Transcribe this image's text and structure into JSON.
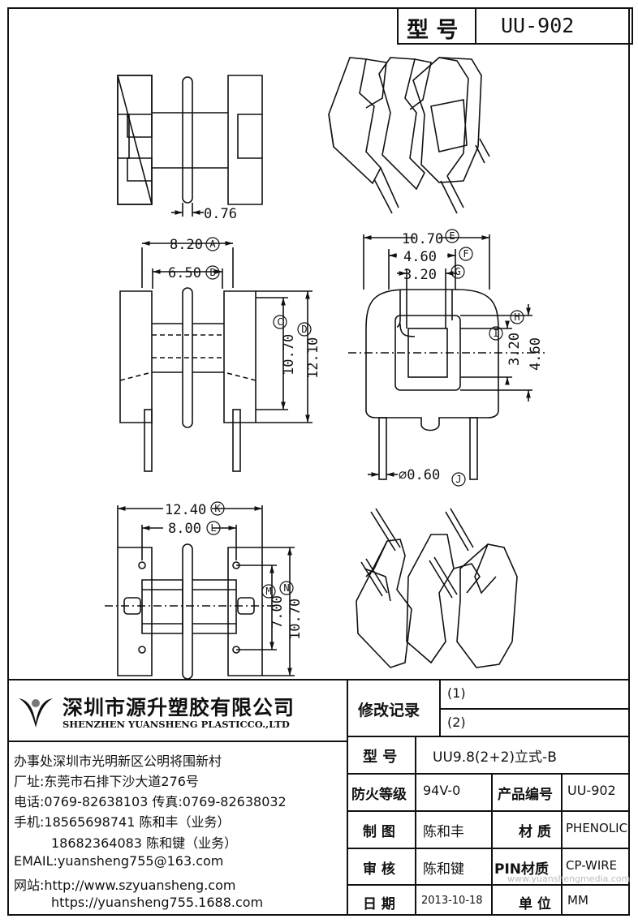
{
  "title_block": {
    "model_label": "型 号",
    "model_value": "UU-902"
  },
  "dimensions": {
    "pin_gap": "0.76",
    "A": "8.20",
    "B": "6.50",
    "C": "10.70",
    "D": "12.10",
    "E": "10.70",
    "F": "4.60",
    "G": "3.20",
    "H": "4.60",
    "I": "3.20",
    "J": "⌀0.60",
    "K": "12.40",
    "L": "8.00",
    "M": "7.00",
    "N": "10.70",
    "markers": [
      "A",
      "B",
      "C",
      "D",
      "E",
      "F",
      "G",
      "H",
      "I",
      "J",
      "K",
      "L",
      "M",
      "N"
    ]
  },
  "company": {
    "name_cn": "深圳市源升塑胶有限公司",
    "name_en": "SHENZHEN YUANSHENG PLASTICCO.,LTD",
    "office": "办事处深圳市光明新区公明将围新村",
    "factory": "厂址:东莞市石排下沙大道276号",
    "phone": "电话:0769-82638103 传真:0769-82638032",
    "mobile1": "手机:18565698741 陈和丰（业务）",
    "mobile2": "18682364083 陈和键（业务）",
    "email": "EMAIL:yuansheng755@163.com",
    "web1": "网站:http://www.szyuansheng.com",
    "web2": "https://yuansheng755.1688.com"
  },
  "info_table": {
    "revision_label": "修改记录",
    "revision_1": "(1)",
    "revision_2": "(2)",
    "model_label": "型 号",
    "model_value": "UU9.8(2+2)立式-B",
    "fire_label": "防火等级",
    "fire_value": "94V-0",
    "product_no_label": "产品编号",
    "product_no_value": "UU-902",
    "drawn_label": "制 图",
    "drawn_value": "陈和丰",
    "material_label": "材 质",
    "material_value": "PHENOLIC",
    "review_label": "审 核",
    "review_value": "陈和键",
    "pin_material_label": "PIN材质",
    "pin_material_value": "CP-WIRE",
    "date_label": "日 期",
    "date_value": "2013-10-18",
    "unit_label": "单 位",
    "unit_value": "MM"
  },
  "watermark": "www.yuanshengmedia.com"
}
